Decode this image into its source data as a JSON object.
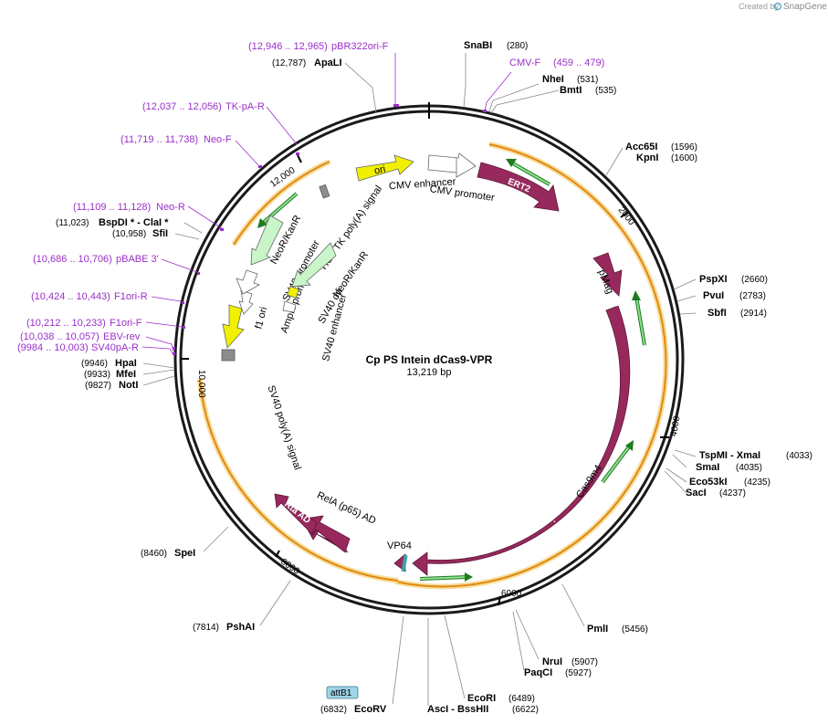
{
  "credit": {
    "created_by": "Created by",
    "brand": "SnapGene"
  },
  "plasmid": {
    "name": "Cp PS Intein dCas9-VPR",
    "size": "13,219 bp"
  },
  "ticks": [
    "2000",
    "4000",
    "6000",
    "8000",
    "10,000",
    "12,000"
  ],
  "enzymes": [
    {
      "name": "SnaBI",
      "pos": "(280)"
    },
    {
      "name": "NheI",
      "pos": "(531)"
    },
    {
      "name": "BmtI",
      "pos": "(535)"
    },
    {
      "name": "Acc65I",
      "pos": "(1596)"
    },
    {
      "name": "KpnI",
      "pos": "(1600)"
    },
    {
      "name": "PspXI",
      "pos": "(2660)"
    },
    {
      "name": "PvuI",
      "pos": "(2783)"
    },
    {
      "name": "SbfI",
      "pos": "(2914)"
    },
    {
      "name": "TspMI - XmaI",
      "pos": "(4033)"
    },
    {
      "name": "SmaI",
      "pos": "(4035)"
    },
    {
      "name": "Eco53kI",
      "pos": "(4235)"
    },
    {
      "name": "SacI",
      "pos": "(4237)"
    },
    {
      "name": "PmlI",
      "pos": "(5456)"
    },
    {
      "name": "NruI",
      "pos": "(5907)"
    },
    {
      "name": "PaqCI",
      "pos": "(5927)"
    },
    {
      "name": "EcoRI",
      "pos": "(6489)"
    },
    {
      "name": "AscI - BssHII",
      "pos": "(6622)"
    },
    {
      "name": "EcoRV",
      "pos": "(6832)"
    },
    {
      "name": "PshAI",
      "pos": "(7814)"
    },
    {
      "name": "SpeI",
      "pos": "(8460)"
    },
    {
      "name": "NotI",
      "pos": "(9827)"
    },
    {
      "name": "MfeI",
      "pos": "(9933)"
    },
    {
      "name": "HpaI",
      "pos": "(9946)"
    },
    {
      "name": "SfiI",
      "pos": "(10,958)"
    },
    {
      "name": "BspDI * - ClaI *",
      "pos": "(11,023)"
    },
    {
      "name": "ApaLI",
      "pos": "(12,787)"
    }
  ],
  "primers": [
    {
      "range": "(12,946 .. 12,965)",
      "name": "pBR322ori-F"
    },
    {
      "range": "(459 .. 479)",
      "name": "CMV-F"
    },
    {
      "range": "(12,037 .. 12,056)",
      "name": "TK-pA-R"
    },
    {
      "range": "(11,719 .. 11,738)",
      "name": "Neo-F"
    },
    {
      "range": "(11,109 .. 11,128)",
      "name": "Neo-R"
    },
    {
      "range": "(10,686 .. 10,706)",
      "name": "pBABE 3'"
    },
    {
      "range": "(10,424 .. 10,443)",
      "name": "F1ori-R"
    },
    {
      "range": "(10,212 .. 10,233)",
      "name": "F1ori-F"
    },
    {
      "range": "(10,038 .. 10,057)",
      "name": "EBV-rev"
    },
    {
      "range": "(9984 .. 10,003)",
      "name": "SV40pA-R"
    }
  ],
  "features": {
    "ori": "ori",
    "cmv_enhancer": "CMV enhancer",
    "cmv_promoter": "CMV promoter",
    "ert2": "ERT2",
    "pmag": "pMag",
    "cas9m4": "Cas9m4",
    "vp64": "VP64",
    "rela": "RelA (p65) AD",
    "rta": "Rta AD",
    "sv40_polya": "SV40 poly(A) signal",
    "f1_ori": "f1 ori",
    "ampr_promoter": "AmpR promoter",
    "sv40_promoter": "SV40 promoter",
    "neokanr_1": "NeoR/KanR",
    "hsv_tk": "HSV TK poly(A) signal",
    "neokanr_2": "NeoR/KanR",
    "sv40_ori": "SV40 ori",
    "sv40_enhancer": "SV40 enhancer",
    "attb1": "attB1"
  },
  "colors": {
    "backbone": "#1a1a1a",
    "cds": "#98295d",
    "ori": "#f0f000",
    "resistance": "#c9f5c9",
    "promoter": "#ffffff",
    "primer": "#9a2fc8",
    "orf": "#e08a12",
    "orf_glow": "#f8dc9a",
    "attb": "#9fd3e6"
  }
}
